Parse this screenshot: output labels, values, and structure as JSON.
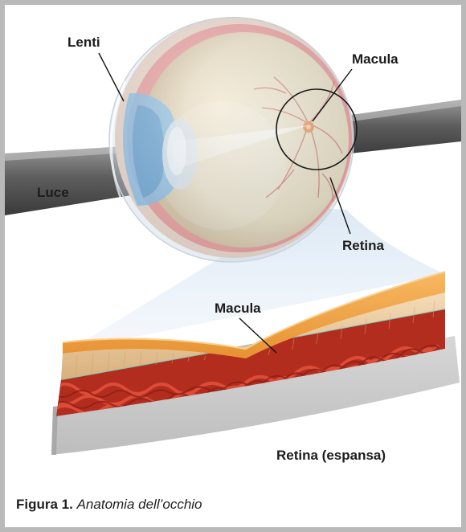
{
  "labels": {
    "lens": "Lenti",
    "macula_top": "Macula",
    "light": "Luce",
    "retina": "Retina",
    "macula_bottom": "Macula",
    "retina_expanded": "Retina (espansa)"
  },
  "caption": {
    "prefix": "Figura 1.",
    "text": "Anatomia dell’occhio"
  }
}
